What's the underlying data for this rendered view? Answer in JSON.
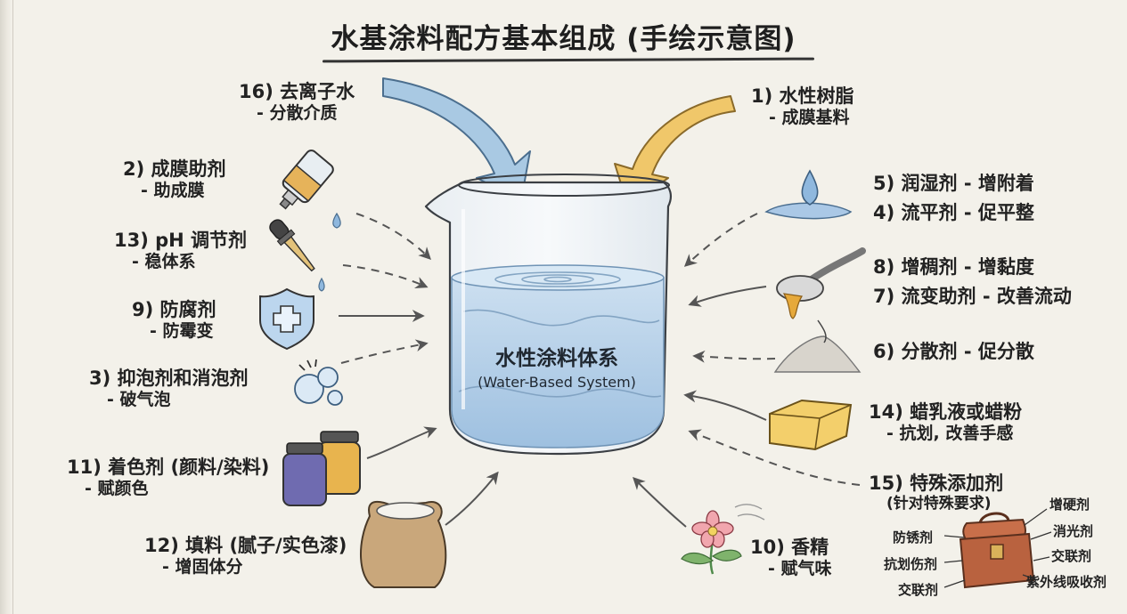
{
  "title": "水基涂料配方基本组成 (手绘示意图)",
  "center": {
    "title": "水性涂料体系",
    "subtitle": "(Water-Based System)"
  },
  "components": {
    "deionized_water": {
      "name": "16) 去离子水",
      "role": "- 分散介质"
    },
    "resin": {
      "name": "1) 水性树脂",
      "role": "- 成膜基料"
    },
    "coalescent": {
      "name": "2) 成膜助剂",
      "role": "- 助成膜"
    },
    "ph_adjuster": {
      "name": "13) pH 调节剂",
      "role": "- 稳体系"
    },
    "preservative": {
      "name": "9) 防腐剂",
      "role": "- 防霉变"
    },
    "defoamer": {
      "name": "3) 抑泡剂和消泡剂",
      "role": "- 破气泡"
    },
    "colorant": {
      "name": "11) 着色剂 (颜料/染料)",
      "role": "- 赋颜色"
    },
    "filler": {
      "name": "12) 填料 (腻子/实色漆)",
      "role": "- 增固体分"
    },
    "wetting": {
      "text": "5) 润湿剂 - 增附着"
    },
    "leveling": {
      "text": "4) 流平剂 - 促平整"
    },
    "thickener": {
      "text": "8) 增稠剂 - 增黏度"
    },
    "rheology": {
      "text": "7) 流变助剂 - 改善流动"
    },
    "dispersant": {
      "text": "6) 分散剂 - 促分散"
    },
    "wax": {
      "name": "14) 蜡乳液或蜡粉",
      "role": "- 抗划, 改善手感"
    },
    "special": {
      "name": "15) 特殊添加剂",
      "role": "(针对特殊要求)"
    },
    "fragrance": {
      "name": "10) 香精",
      "role": "- 赋气味"
    }
  },
  "special_additives": {
    "hardener": "增硬剂",
    "matting": "消光剂",
    "crosslinker_right": "交联剂",
    "uv_absorber": "紫外线吸收剂",
    "anti_rust": "防锈剂",
    "anti_scratch": "抗划伤剂",
    "crosslinker_left": "交联剂"
  },
  "colors": {
    "water_arrow": "#a9c9e3",
    "resin_arrow": "#f0c76a",
    "beaker_liquid": "#b9d3ea",
    "toolbox": "#c86f4a",
    "wax_block": "#f3cf6b"
  }
}
